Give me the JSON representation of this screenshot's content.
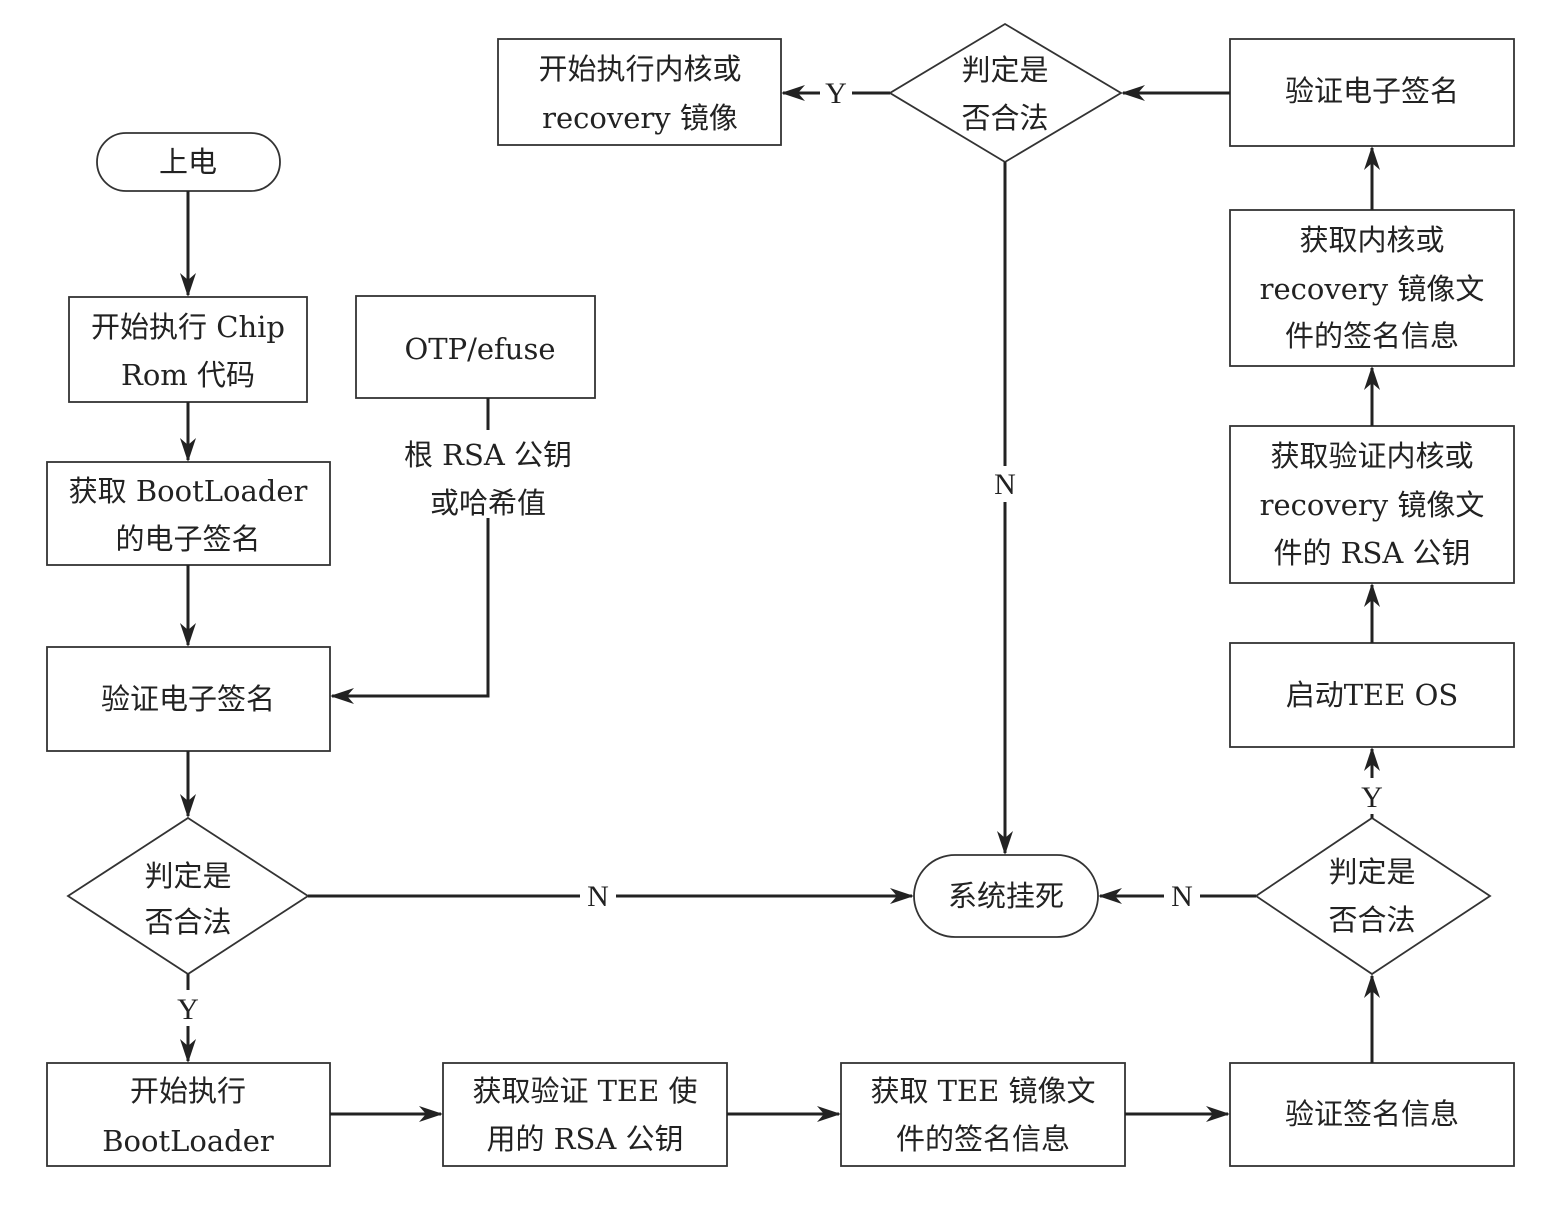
{
  "diagram": {
    "nodes": {
      "power_on": "上电",
      "exec_chip_rom": [
        "开始执行 Chip",
        "Rom 代码"
      ],
      "otp_efuse": "OTP/efuse",
      "root_rsa_hash": [
        "根 RSA 公钥",
        "或哈希值"
      ],
      "get_bootloader_sig": [
        "获取 BootLoader",
        "的电子签名"
      ],
      "verify_sig_1": "验证电子签名",
      "decide_1": [
        "判定是",
        "否合法"
      ],
      "exec_bootloader": [
        "开始执行",
        "BootLoader"
      ],
      "get_tee_rsa": [
        "获取验证 TEE 使",
        "用的 RSA 公钥"
      ],
      "get_tee_sig": [
        "获取 TEE 镜像文",
        "件的签名信息"
      ],
      "verify_sig_info": "验证签名信息",
      "decide_2": [
        "判定是",
        "否合法"
      ],
      "system_hang": "系统挂死",
      "start_tee_os": "启动TEE OS",
      "get_kernel_rsa": [
        "获取验证内核或",
        "recovery 镜像文",
        "件的 RSA 公钥"
      ],
      "get_kernel_sig": [
        "获取内核或",
        "recovery 镜像文",
        "件的签名信息"
      ],
      "verify_sig_2": "验证电子签名",
      "decide_3": [
        "判定是",
        "否合法"
      ],
      "exec_kernel": [
        "开始执行内核或",
        "recovery 镜像"
      ]
    },
    "labels": {
      "yes": "Y",
      "no": "N"
    }
  }
}
